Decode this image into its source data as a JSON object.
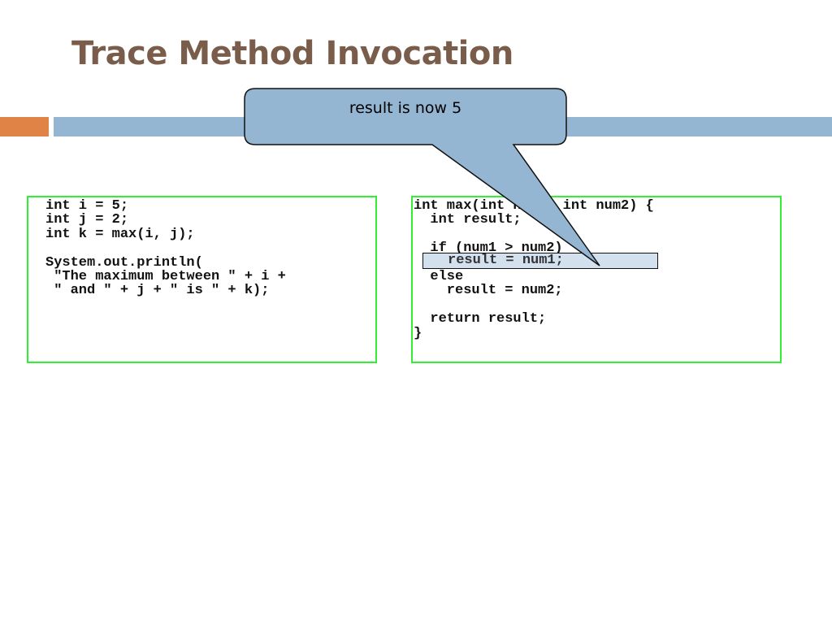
{
  "slide": {
    "title": "Trace Method Invocation",
    "callout_text": "result is now 5"
  },
  "code": {
    "left_lines": [
      "int i = 5;",
      "int j = 2;",
      "int k = max(i, j);",
      "",
      "System.out.println(",
      " \"The maximum between \" + i +",
      " \" and \" + j + \" is \" + k);"
    ],
    "right_lines": [
      "int max(int num1, int num2) {",
      "  int result;",
      "",
      "  if (num1 > num2)",
      "",
      "  else",
      "    result = num2;",
      "",
      "  return result;",
      "}"
    ],
    "highlighted_line": "result = num1;"
  },
  "colors": {
    "title": "#7a5c4b",
    "accent_orange": "#df8446",
    "accent_blue": "#94b6d2",
    "box_border": "#33ee33",
    "callout_fill": "#94b6d2",
    "highlight_fill": "#d3e0ee"
  }
}
